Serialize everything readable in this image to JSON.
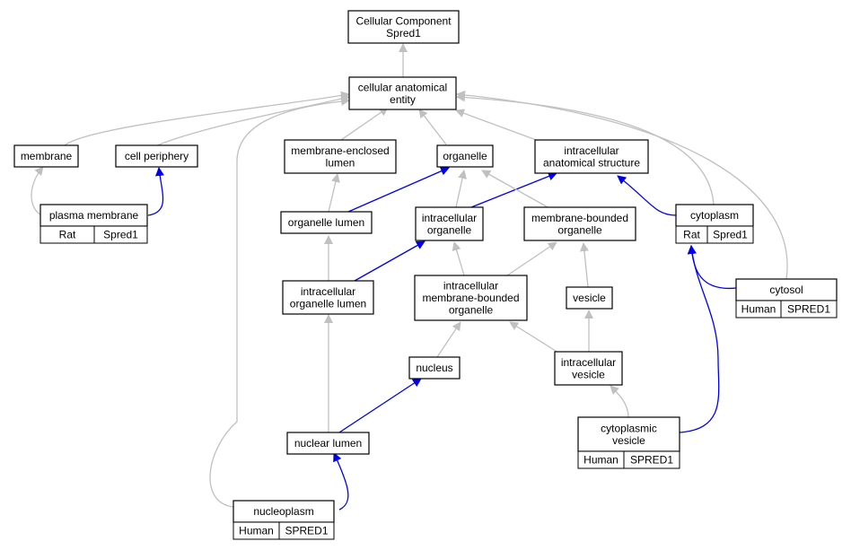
{
  "colors": {
    "grey_edge": "#c0c0c0",
    "blue_edge": "#0000ee",
    "rat": "#ffd700",
    "human": "#f2604a"
  },
  "nodes": {
    "root": {
      "lines": [
        "Cellular Component",
        "Spred1"
      ]
    },
    "cae": {
      "lines": [
        "cellular anatomical",
        "entity"
      ]
    },
    "membrane": {
      "lines": [
        "membrane"
      ]
    },
    "cell_periphery": {
      "lines": [
        "cell periphery"
      ]
    },
    "mel": {
      "lines": [
        "membrane-enclosed",
        "lumen"
      ]
    },
    "organelle": {
      "lines": [
        "organelle"
      ]
    },
    "ias": {
      "lines": [
        "intracellular",
        "anatomical structure"
      ]
    },
    "plasma_membrane": {
      "lines": [
        "plasma membrane"
      ],
      "species": "Rat",
      "gene": "Spred1"
    },
    "organelle_lumen": {
      "lines": [
        "organelle lumen"
      ]
    },
    "intra_org": {
      "lines": [
        "intracellular",
        "organelle"
      ]
    },
    "mbo": {
      "lines": [
        "membrane-bounded",
        "organelle"
      ]
    },
    "cytoplasm": {
      "lines": [
        "cytoplasm"
      ],
      "species": "Rat",
      "gene": "Spred1"
    },
    "iol": {
      "lines": [
        "intracellular",
        "organelle lumen"
      ]
    },
    "imbo": {
      "lines": [
        "intracellular",
        "membrane-bounded",
        "organelle"
      ]
    },
    "vesicle": {
      "lines": [
        "vesicle"
      ]
    },
    "cytosol": {
      "lines": [
        "cytosol"
      ],
      "species": "Human",
      "gene": "SPRED1"
    },
    "nucleus": {
      "lines": [
        "nucleus"
      ]
    },
    "ivesicle": {
      "lines": [
        "intracellular",
        "vesicle"
      ]
    },
    "cyto_vesicle": {
      "lines": [
        "cytoplasmic",
        "vesicle"
      ],
      "species": "Human",
      "gene": "SPRED1"
    },
    "nuclear_lumen": {
      "lines": [
        "nuclear lumen"
      ]
    },
    "nucleoplasm": {
      "lines": [
        "nucleoplasm"
      ],
      "species": "Human",
      "gene": "SPRED1"
    }
  }
}
